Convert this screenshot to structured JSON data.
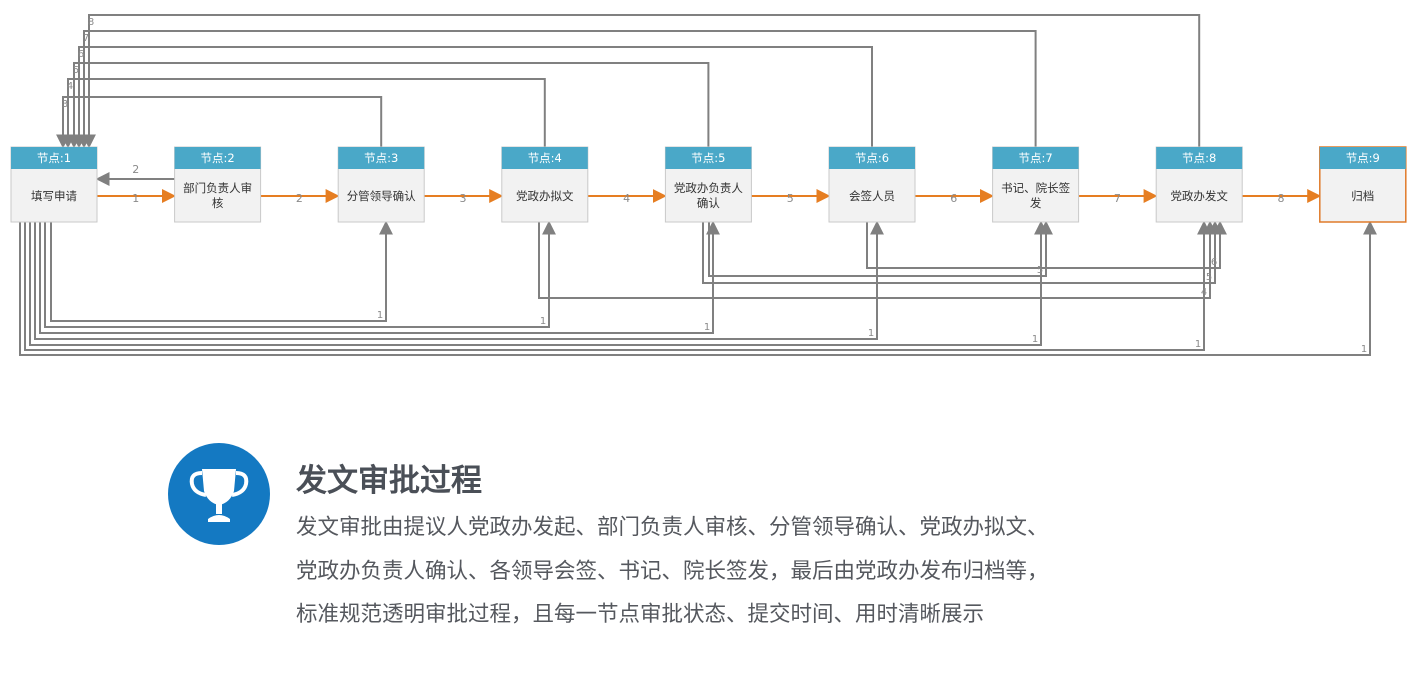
{
  "diagram": {
    "node_prefix": "节点:",
    "nodes": [
      {
        "num": "1",
        "lines": [
          "填写申请"
        ]
      },
      {
        "num": "2",
        "lines": [
          "部门负责人审",
          "核"
        ]
      },
      {
        "num": "3",
        "lines": [
          "分管领导确认"
        ]
      },
      {
        "num": "4",
        "lines": [
          "党政办拟文"
        ]
      },
      {
        "num": "5",
        "lines": [
          "党政办负责人",
          "确认"
        ]
      },
      {
        "num": "6",
        "lines": [
          "会签人员"
        ]
      },
      {
        "num": "7",
        "lines": [
          "书记、院长签",
          "发"
        ]
      },
      {
        "num": "8",
        "lines": [
          "党政办发文"
        ]
      },
      {
        "num": "9",
        "lines": [
          "归档"
        ]
      }
    ],
    "forward_labels": [
      "1",
      "2",
      "3",
      "4",
      "5",
      "6",
      "7",
      "8"
    ],
    "back_label": "2",
    "top_return_labels": [
      "8",
      "7",
      "6",
      "5",
      "4",
      "3"
    ],
    "bottom_from_1_labels": [
      "1",
      "1",
      "1",
      "1",
      "1",
      "1",
      "1"
    ],
    "to_8_labels": [
      "4",
      "5",
      "6"
    ],
    "to_7_label": "5",
    "colors": {
      "header": "#4aa8c8",
      "node_fill": "#f2f2f2",
      "node_border": "#c9c9c9",
      "last_border": "#e07b2a",
      "forward_arrow": "#e67e22",
      "return_line": "#808080",
      "label_text": "#8a8a8a"
    }
  },
  "intro": {
    "icon": "trophy-icon",
    "title": "发文审批过程",
    "body": "发文审批由提议人党政办发起、部门负责人审核、分管领导确认、党政办拟文、党政办负责人确认、各领导会签、书记、院长签发，最后由党政办发布归档等，标准规范透明审批过程，且每一节点审批状态、提交时间、用时清晰展示"
  }
}
